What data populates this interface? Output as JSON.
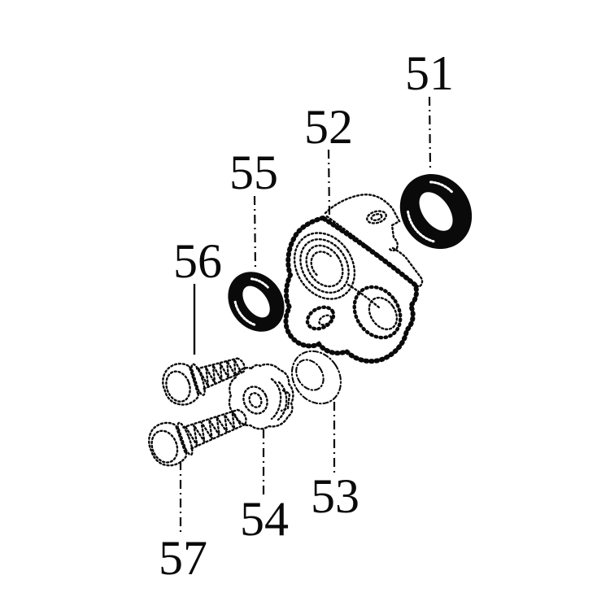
{
  "diagram": {
    "background_color": "#ffffff",
    "ink_color": "#0a0a0a",
    "type": "exploded-parts-diagram",
    "callouts": [
      {
        "id": "51",
        "text": "51"
      },
      {
        "id": "52",
        "text": "52"
      },
      {
        "id": "53",
        "text": "53"
      },
      {
        "id": "54",
        "text": "54"
      },
      {
        "id": "55",
        "text": "55"
      },
      {
        "id": "56",
        "text": "56"
      },
      {
        "id": "57",
        "text": "57"
      }
    ]
  }
}
